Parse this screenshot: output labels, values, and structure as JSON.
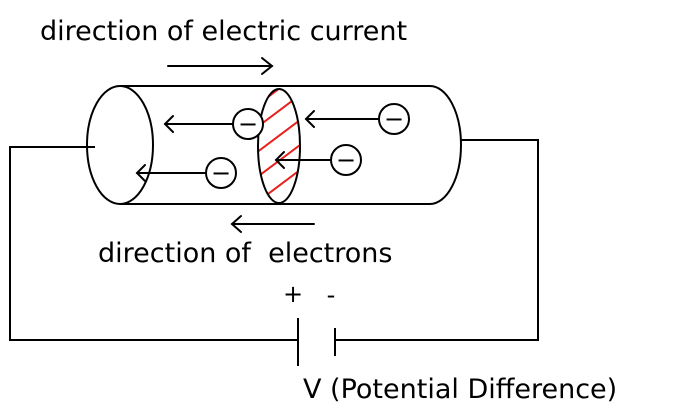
{
  "labels": {
    "current_direction": "direction of electric current",
    "electron_direction": "direction of  electrons",
    "plus_terminal": "+",
    "minus_terminal": "-",
    "potential_difference": "V (Potential Difference)"
  },
  "electron_symbol": "−",
  "colors": {
    "line": "#000000",
    "hatch": "#e8201c",
    "background": "#ffffff"
  },
  "icons": {
    "current_arrow": "arrow-right",
    "electron_arrow": "arrow-left",
    "electron": "circled-minus"
  }
}
